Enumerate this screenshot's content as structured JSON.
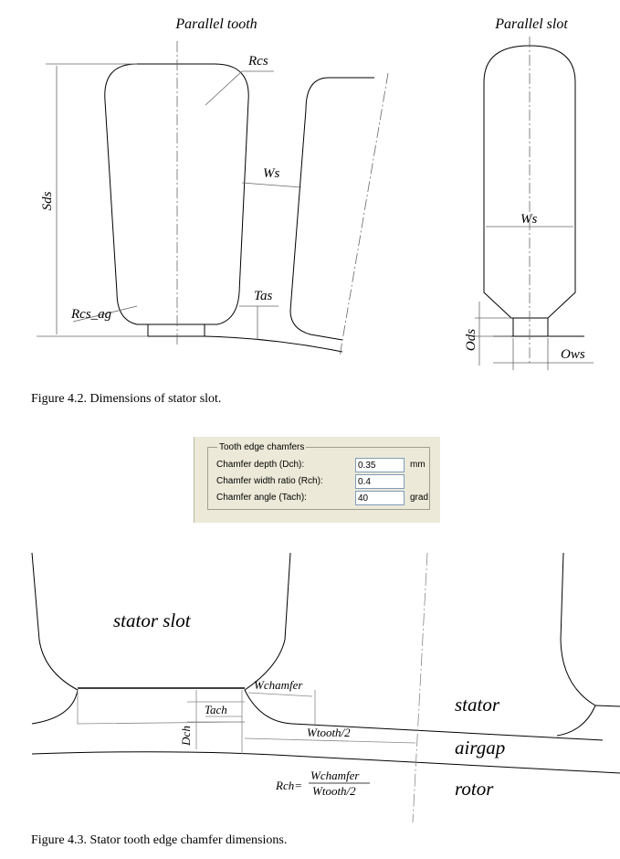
{
  "figure1": {
    "title_left": "Parallel tooth",
    "title_right": "Parallel slot",
    "labels": {
      "rcs": "Rcs",
      "ws_left": "Ws",
      "sds": "Sds",
      "tas": "Tas",
      "rcs_ag": "Rcs_ag",
      "ws_right": "Ws",
      "ods": "Ods",
      "ows": "Ows"
    },
    "caption": "Figure 4.2. Dimensions of stator slot."
  },
  "dialog": {
    "group_title": "Tooth edge chamfers",
    "fields": [
      {
        "label": "Chamfer depth (Dch):",
        "value": "0.35",
        "unit": "mm"
      },
      {
        "label": "Chamfer width ratio (Rch):",
        "value": "0.4",
        "unit": ""
      },
      {
        "label": "Chamfer angle (Tach):",
        "value": "40",
        "unit": "grad"
      }
    ]
  },
  "figure2": {
    "labels": {
      "stator_slot": "stator slot",
      "wchamfer": "Wchamfer",
      "tach": "Tach",
      "dch": "Dch",
      "wtooth": "Wtooth/2",
      "stator": "stator",
      "airgap": "airgap",
      "rotor": "rotor",
      "rch": "Rch=",
      "frac_num": "Wchamfer",
      "frac_den": "Wtooth/2"
    },
    "caption": "Figure 4.3. Stator tooth edge chamfer dimensions."
  }
}
